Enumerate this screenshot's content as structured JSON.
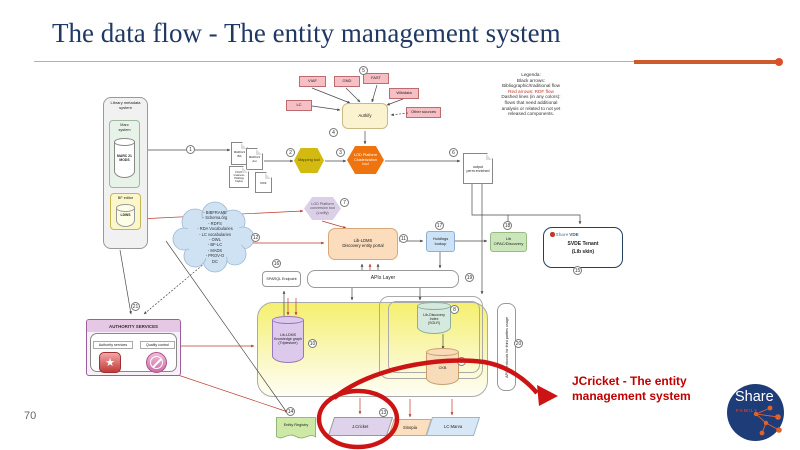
{
  "slide": {
    "title": "The data flow - The entity management system",
    "page_number": "70"
  },
  "legend": {
    "l1": "Legenda:",
    "l2": "Black arrows:",
    "l3": "Bibliographic/traditional flow",
    "l4": "Red arrows: RDF flow",
    "l5": "Dashed lines (in any colors):",
    "l6": "flows that need additional",
    "l7": "analysis or related to not yet",
    "l8": "released components."
  },
  "annotation": {
    "line1": "JCricket - The entity",
    "line2": "management system"
  },
  "logo": {
    "share": "Share",
    "family": "FAMILY"
  },
  "colors": {
    "accent_orange": "#CE5B2C",
    "title_blue": "#1F3864",
    "annotation_red": "#C00000",
    "rdf_red": "#C0392B"
  },
  "nodes": {
    "library_metadata": "Library metadata\nsystem",
    "marc_system": "Marc\nsystem",
    "marc21_mods": "MARC 21\nMODS",
    "bf_editor": "BF editor",
    "ldws": "LDWS",
    "viaf": "VIAF",
    "gnd": "GND",
    "fast": "FAST",
    "wikidata": "Wikidata",
    "lc": "LC",
    "other_sources": "Other sources",
    "authify": "Authify",
    "mapping_tool": "Mapping tool",
    "clusterization": "LOD Platform\nClusterization\ntool",
    "conversion": "LOD Platform\nconversion tool\n(Lodify)",
    "doc_bib": "MARC21\nBib",
    "doc_aut": "MARC21\nAut",
    "doc_folio": "FOLIO\nInstances\nHoldings\nCopies",
    "doc_rdf": "RDF",
    "cloud": "- BIBFRAME\n- Schema.org\n- RDFS\n- RDA Vocabularies\n- LC vocabularies\n- OWL\n- BF-LC\n- MADS\n- PROV-O\nDC",
    "output_doc": "output\nperm enriched",
    "portal": "Lib-LDMS\nDiscovery entity portal",
    "holdings_lookup": "Holdings\nlookup",
    "lib_opac": "Lib\nOPAC/Discovery",
    "svde_share": "Share",
    "svde_vde": "VDE",
    "svde_tenant": "SVDE Tenant\n(Lib skin)",
    "sparql": "SPARQL Endpoint",
    "apis_layer": "APIs Layer",
    "knowledge_graph": "Lib-LDMS\nKnowledge graph\n(Triplestore)",
    "discovery_index": "Lib-Discovery\nIndex\n(SOLR)",
    "ckb": "CKB",
    "third_parties": "APIs/Protocols for third parties usage",
    "authority_header": "AUTHORITY SERVICES",
    "authority_services": "Authority services",
    "quality_control": "Quality control",
    "entity_registry": "Entity Registry",
    "jcricket": "J.Cricket",
    "sinopia": "Sinopia",
    "lc_marva": "LC Marva"
  },
  "badges": {
    "b1": "1",
    "b2": "2",
    "b3": "3",
    "b4": "4",
    "b5": "5",
    "b6": "6",
    "b7": "7",
    "b8": "8",
    "b9": "9",
    "b10": "10",
    "b11": "11",
    "b12": "12",
    "b13": "13",
    "b14": "14",
    "b15": "15",
    "b16": "16",
    "b17": "17",
    "b18": "18",
    "b19": "19",
    "b20": "20",
    "b21": "21"
  }
}
